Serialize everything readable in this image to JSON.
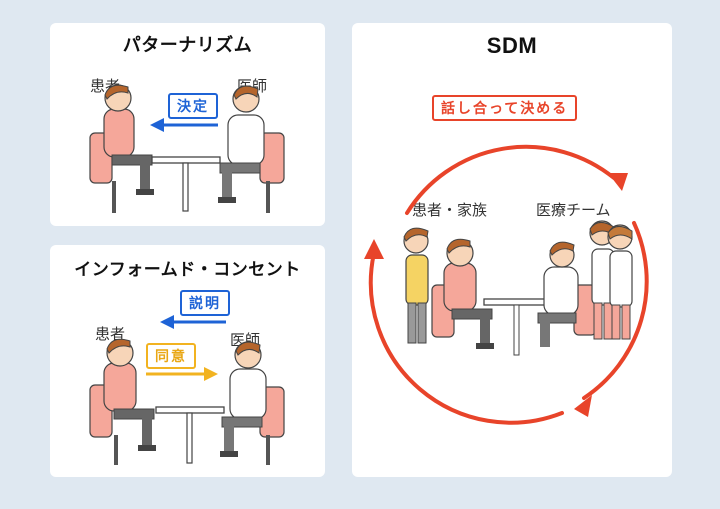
{
  "panels": {
    "paternalism": {
      "title": "パターナリズム",
      "patient_label": "患者",
      "doctor_label": "医師",
      "decision_tag": "決定"
    },
    "informed_consent": {
      "title": "インフォームド・コンセント",
      "patient_label": "患者",
      "doctor_label": "医師",
      "explain_tag": "説明",
      "agree_tag": "同意"
    },
    "sdm": {
      "title": "SDM",
      "discuss_tag": "話し合って決める",
      "family_label": "患者・家族",
      "team_label": "医療チーム"
    }
  },
  "colors": {
    "blue_arrow": "#1e63d6",
    "yellow_arrow": "#f2b320",
    "red_cycle": "#e8442a",
    "background": "#dfe8f1"
  },
  "icons": [
    "patient-figure",
    "doctor-figure",
    "table",
    "chair",
    "nurse-figure",
    "family-figure"
  ]
}
